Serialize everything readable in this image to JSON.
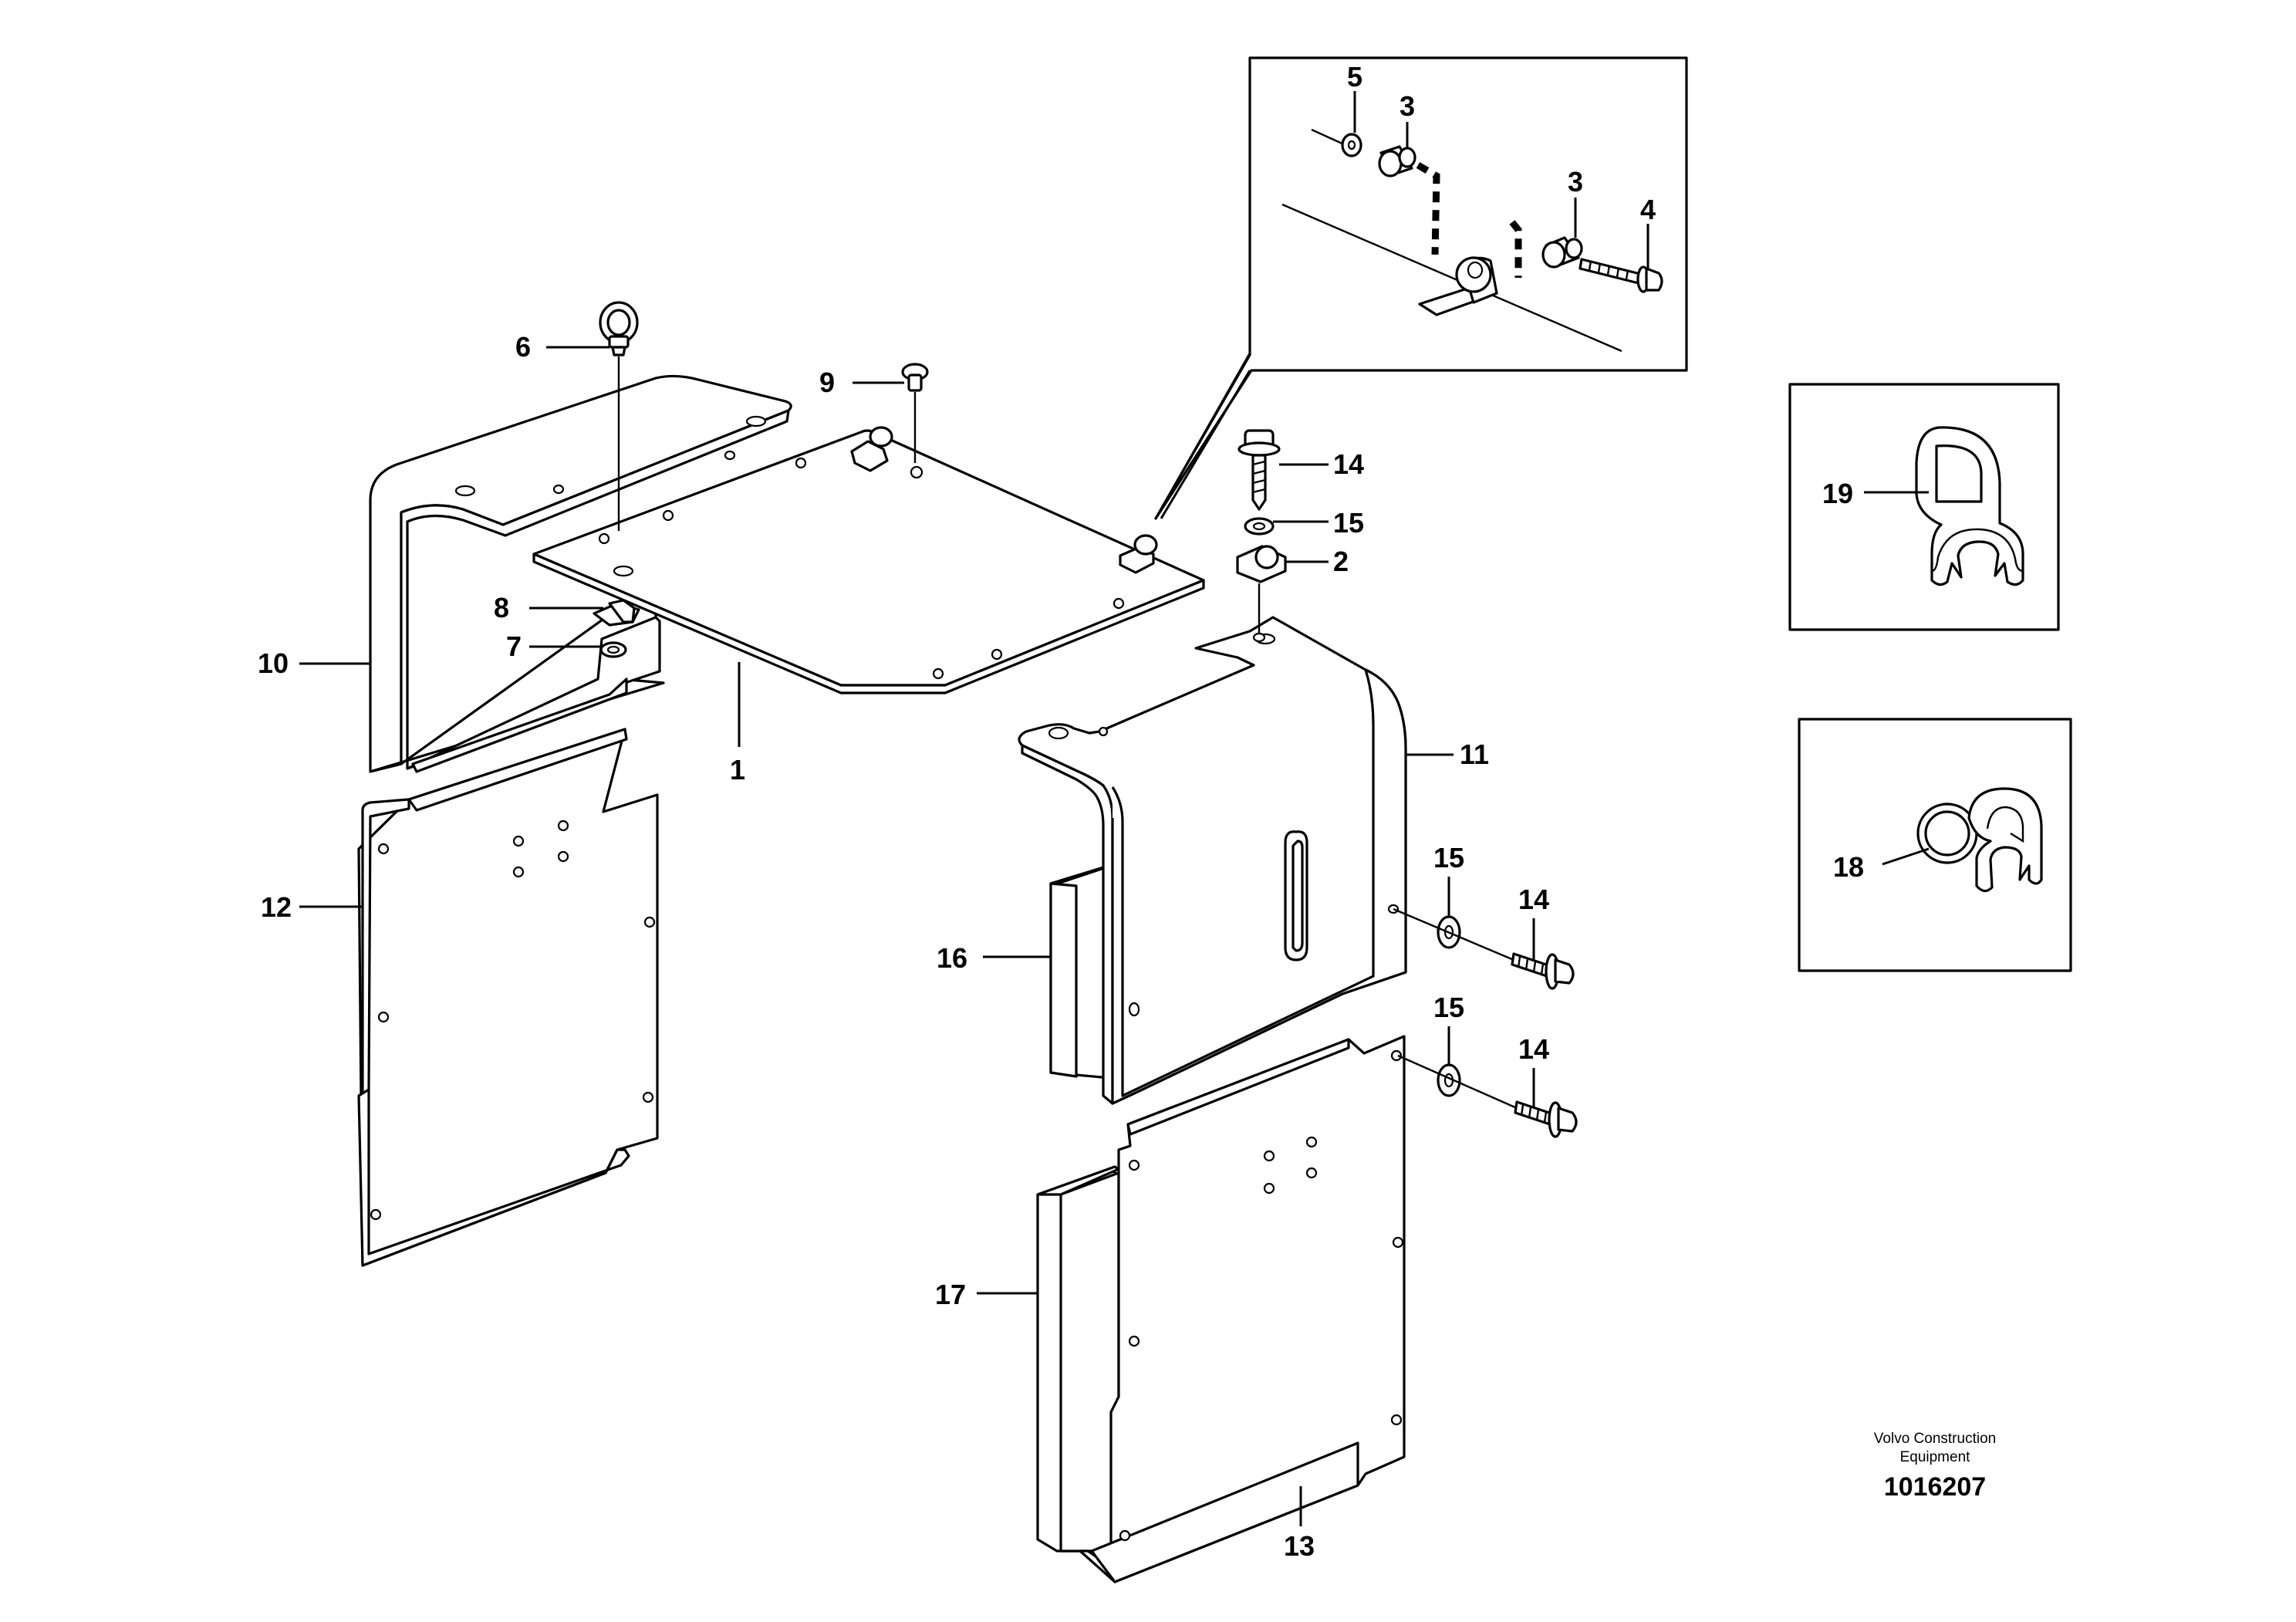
{
  "drawing": {
    "publisher_line1": "Volvo Construction",
    "publisher_line2": "Equipment",
    "drawing_number": "1016207"
  },
  "callouts": {
    "p1": "1",
    "p2": "2",
    "p3a": "3",
    "p3b": "3",
    "p4": "4",
    "p5": "5",
    "p6": "6",
    "p7": "7",
    "p8": "8",
    "p9": "9",
    "p10": "10",
    "p11": "11",
    "p12": "12",
    "p13": "13",
    "p14a": "14",
    "p14b": "14",
    "p14c": "14",
    "p15a": "15",
    "p15b": "15",
    "p15c": "15",
    "p16": "16",
    "p17": "17",
    "p18": "18",
    "p19": "19"
  }
}
